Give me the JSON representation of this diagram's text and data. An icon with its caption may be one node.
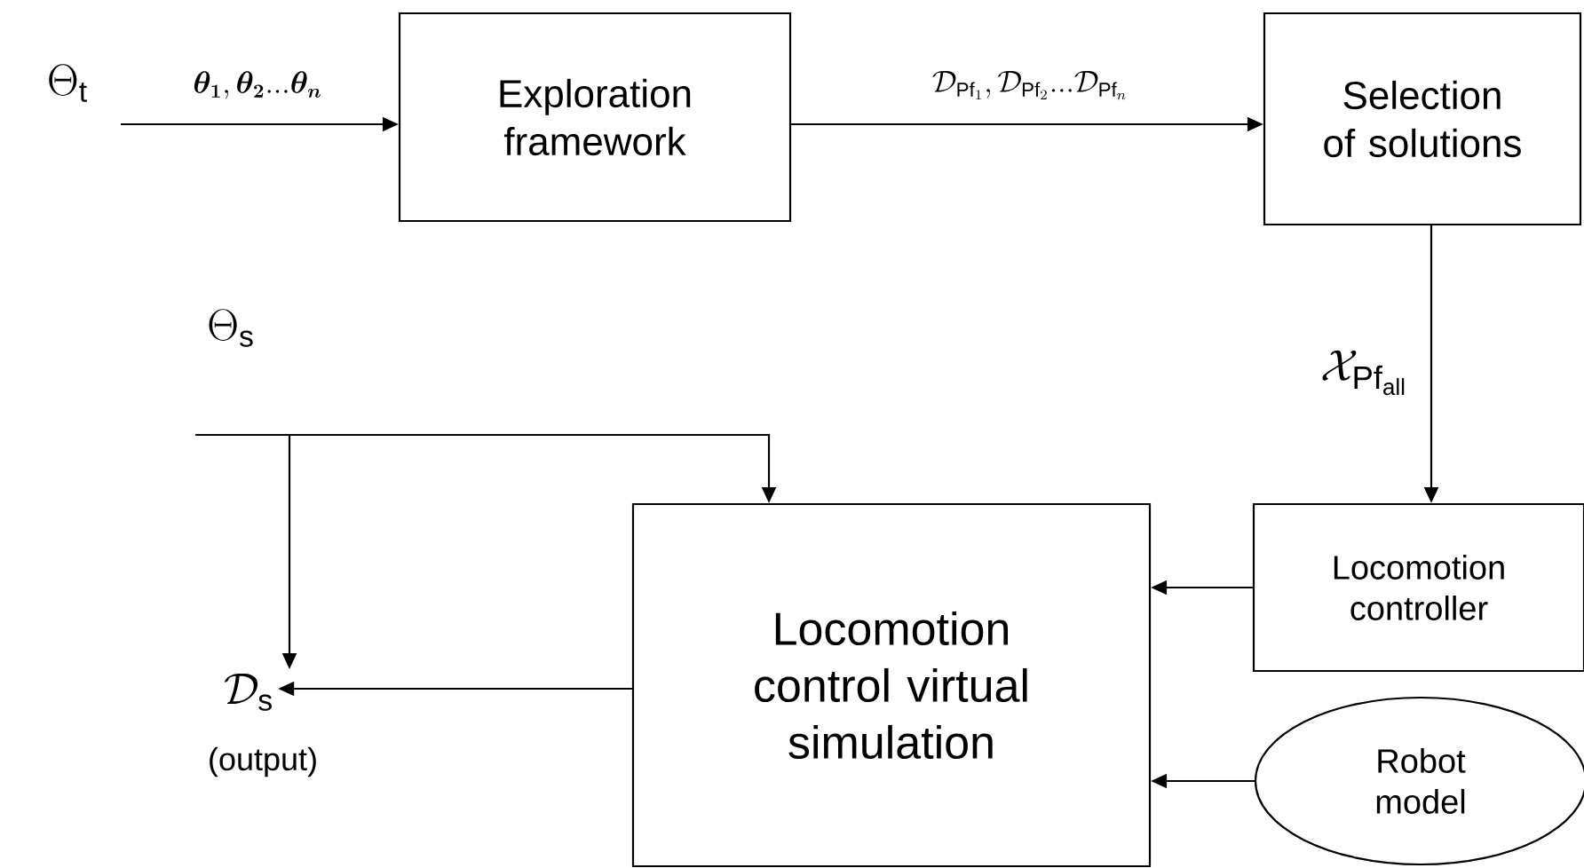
{
  "diagram": {
    "nodes": [
      {
        "text": [
          "\\Theta_{\\mathrm{t}}"
        ]
      },
      {
        "text": [
          "Exploration framework"
        ]
      },
      {
        "text": [
          "Selection of solutions"
        ]
      },
      {
        "text": [
          "Locomotion controller"
        ]
      },
      {
        "text": [
          "Locomotion control virtual simulation"
        ]
      },
      {
        "text": [
          "Robot model"
        ]
      },
      {
        "text": [
          "\\Theta_{\\mathrm{s}}"
        ]
      },
      {
        "text": [
          "\\mathcal{D}_{\\mathrm{s}}"
        ],
        "beside": [
          "(output)"
        ]
      }
    ],
    "edges": [
      {
        "from": 0,
        "to": 1,
        "arrow": "to",
        "label": "\\bm{\\theta_1}, \\bm{\\theta_2} ... \\bm{\\theta_n}"
      },
      {
        "from": 1,
        "to": 2,
        "arrow": "to",
        "label": "\\mathcal{D}_{\\mathrm{Pf}_1}, \\mathcal{D}_{\\mathrm{Pf}_2} ... \\mathcal{D}_{\\mathrm{Pf}_n}"
      },
      {
        "from": 2,
        "to": 3,
        "arrow": "to",
        "label": "\\mathcal{X}_{\\mathrm{Pf}_{\\mathrm{all}}}"
      },
      {
        "from": 6,
        "to": 4,
        "arrow": "to"
      },
      {
        "from": 6,
        "to": 7,
        "arrow": "to"
      },
      {
        "from": 4,
        "to": 7,
        "arrow": "to"
      },
      {
        "from": 3,
        "to": 4,
        "arrow": "to"
      },
      {
        "from": 5,
        "to": 4,
        "arrow": "to"
      }
    ]
  }
}
